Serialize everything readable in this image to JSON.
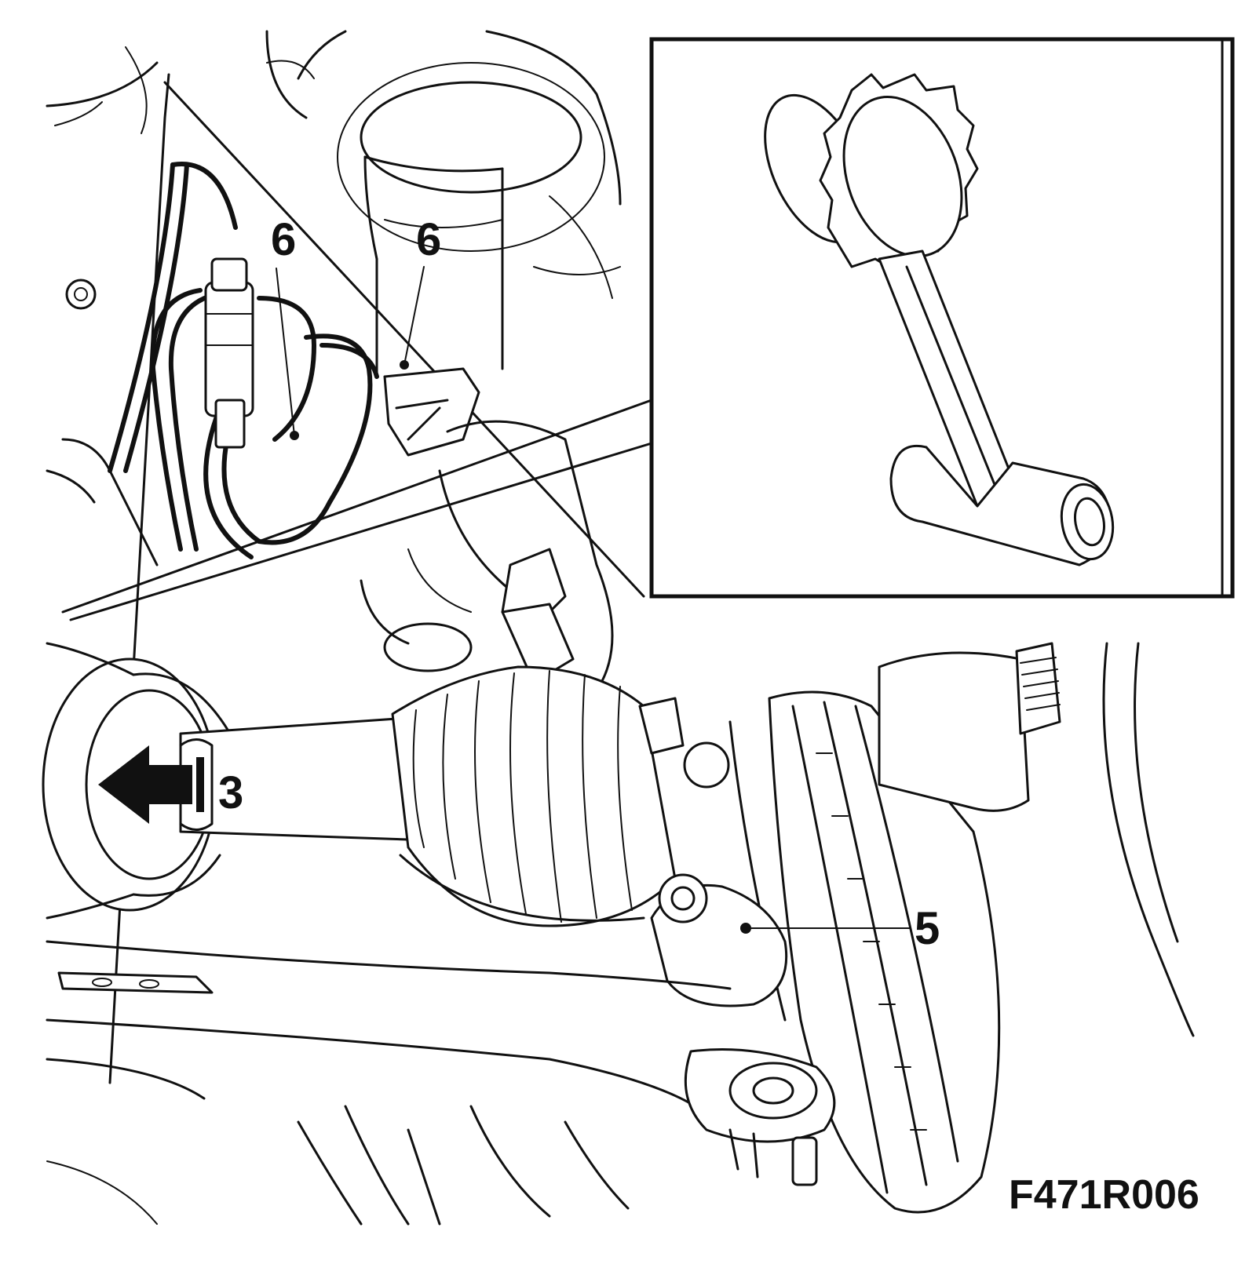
{
  "callouts": {
    "hose_clip_left": "6",
    "hose_clip_right": "6",
    "drive_shaft": "3",
    "ball_joint_bolt": "5"
  },
  "figure_code": "F471R006"
}
